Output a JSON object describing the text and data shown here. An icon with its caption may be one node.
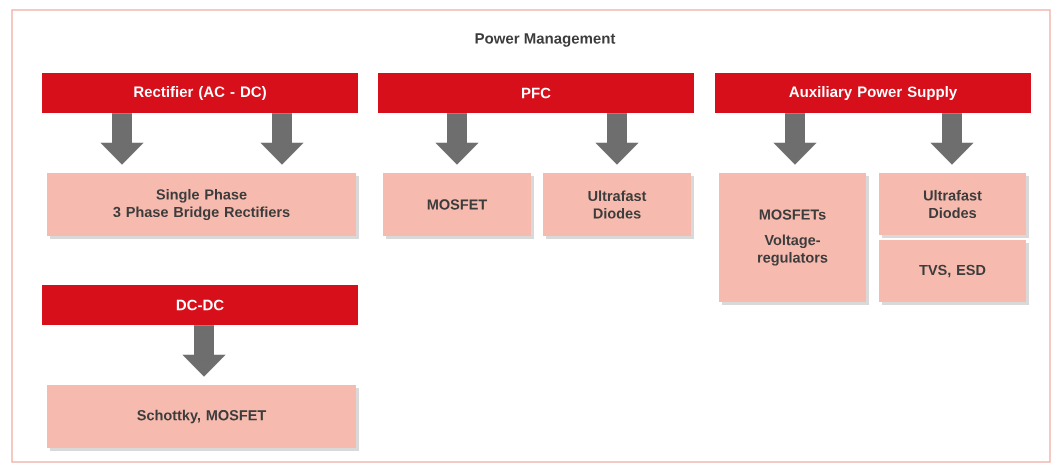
{
  "diagram": {
    "title": "Power Management",
    "nodes": [
      {
        "text": [
          "Rectifier (AC - DC)"
        ]
      },
      {
        "text": [
          "PFC"
        ]
      },
      {
        "text": [
          "Auxiliary Power Supply"
        ]
      },
      {
        "text": [
          "Single Phase",
          "3 Phase Bridge Rectifiers"
        ]
      },
      {
        "text": [
          "MOSFET"
        ]
      },
      {
        "text": [
          "Ultrafast Diodes"
        ]
      },
      {
        "text": [
          "MOSFETs",
          "Voltage-regulators"
        ]
      },
      {
        "text": [
          "Ultrafast Diodes"
        ]
      },
      {
        "text": [
          "TVS, ESD"
        ]
      },
      {
        "text": [
          "DC-DC"
        ]
      },
      {
        "text": [
          "Schottky, MOSFET"
        ]
      }
    ],
    "edges": [
      {
        "from": 0,
        "to": 3,
        "arrow": "to"
      },
      {
        "from": 0,
        "to": 3,
        "arrow": "to"
      },
      {
        "from": 1,
        "to": 4,
        "arrow": "to"
      },
      {
        "from": 1,
        "to": 5,
        "arrow": "to"
      },
      {
        "from": 2,
        "to": 6,
        "arrow": "to"
      },
      {
        "from": 2,
        "to": 7,
        "arrow": "to"
      },
      {
        "from": 9,
        "to": 10,
        "arrow": "to"
      }
    ]
  }
}
